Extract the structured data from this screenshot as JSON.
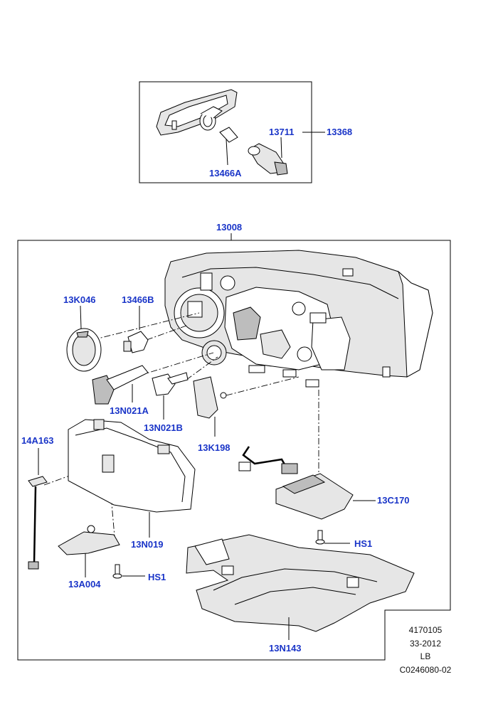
{
  "labels": {
    "p13711": "13711",
    "p13368": "13368",
    "p13466A": "13466A",
    "p13008": "13008",
    "p13K046": "13K046",
    "p13466B": "13466B",
    "p13N021A": "13N021A",
    "p13N021B": "13N021B",
    "p13K198": "13K198",
    "p14A163": "14A163",
    "p13C170": "13C170",
    "p13N019": "13N019",
    "pHS1a": "HS1",
    "pHS1b": "HS1",
    "p13A004": "13A004",
    "p13N143": "13N143"
  },
  "footer": {
    "line1": "4170105",
    "line2": "33-2012",
    "line3": "LB",
    "line4": "C0246080-02"
  },
  "colors": {
    "callout": "#1a35c8",
    "line": "#000000"
  }
}
